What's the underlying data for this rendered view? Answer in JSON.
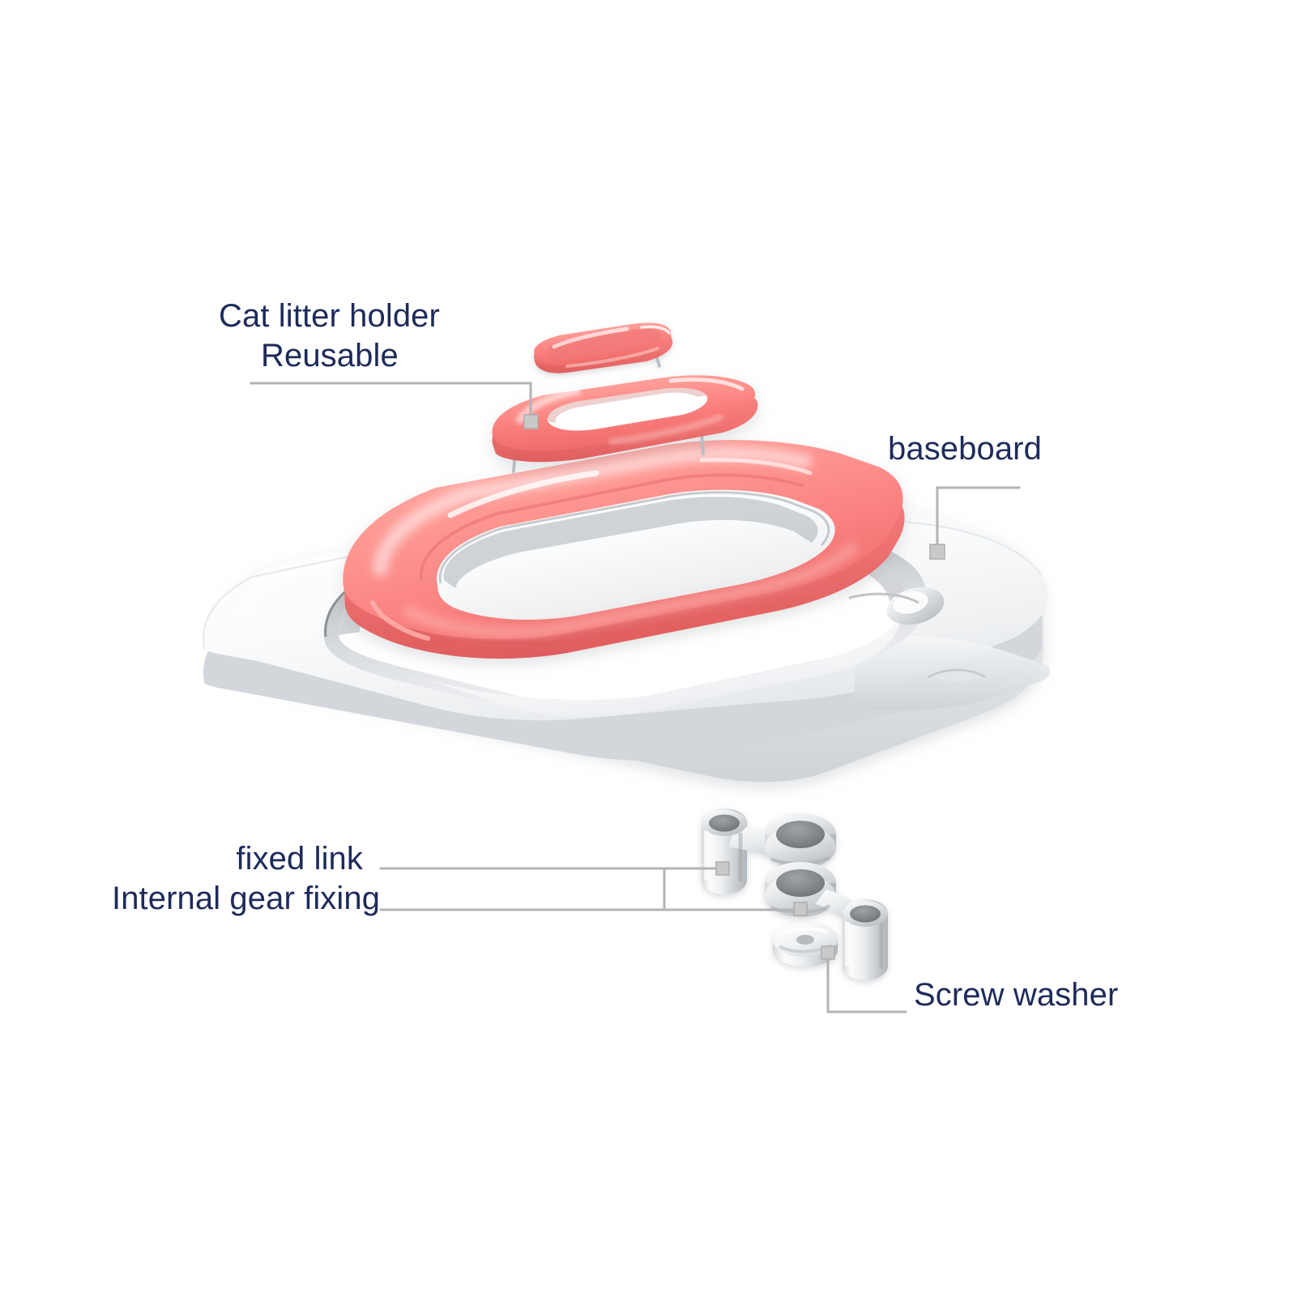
{
  "diagram": {
    "type": "exploded-view",
    "subject": "Toilet seat with cat litter holder attachment",
    "background_color": "#ffffff",
    "label_text_color": "#1e2a5a",
    "leader_line_color": "#b3b3b3",
    "guide_line_color": "#1b3c8c",
    "marker_color": "#c9c9c9",
    "palette": {
      "pink_light": "#ff9a9a",
      "pink_mid": "#fb8080",
      "pink_dark": "#f26a6a",
      "pink_shadow": "#e05a5a",
      "white_part": "#fdfdfd",
      "white_shade": "#dcdee1",
      "metal_light": "#f2f3f4",
      "metal_mid": "#c8cbce",
      "metal_dark": "#8e9296",
      "bore_dark": "#6d7174"
    }
  },
  "labels": [
    {
      "id": "cat-litter-holder",
      "lines": [
        "Cat litter holder",
        "Reusable"
      ],
      "indent_line": 1,
      "anchor": "left"
    },
    {
      "id": "baseboard",
      "lines": [
        "baseboard"
      ],
      "anchor": "left"
    },
    {
      "id": "fixed-link",
      "lines": [
        "fixed link",
        "Internal gear fixing"
      ],
      "right_align_line": 0,
      "anchor": "left"
    },
    {
      "id": "screw-washer",
      "lines": [
        "Screw washer"
      ],
      "anchor": "left"
    }
  ],
  "parts": [
    {
      "id": "litter-tray",
      "name": "cat litter tray",
      "color": "#fb8080",
      "description": "slim shallow pink tray, topmost"
    },
    {
      "id": "litter-lid",
      "name": "cat litter holder lid",
      "color": "#fb8080",
      "description": "flat pink frame with oblong slot"
    },
    {
      "id": "seat-ring",
      "name": "pink seat ring",
      "color": "#fb8080",
      "description": "large pink oval seat ring, open center"
    },
    {
      "id": "baseboard",
      "name": "white baseboard",
      "color": "#fdfdfd",
      "description": "white rounded rectangular seat base with oval opening and edge notch"
    },
    {
      "id": "link-upper",
      "name": "fixed link upper",
      "color": "#e9ebed",
      "description": "metal hinge link with two barrels"
    },
    {
      "id": "link-lower",
      "name": "internal gear fixing link",
      "color": "#e9ebed",
      "description": "metal hinge link with two barrels"
    },
    {
      "id": "screw-washer",
      "name": "screw washer",
      "color": "#eceef0",
      "description": "flat round disc washer"
    }
  ]
}
